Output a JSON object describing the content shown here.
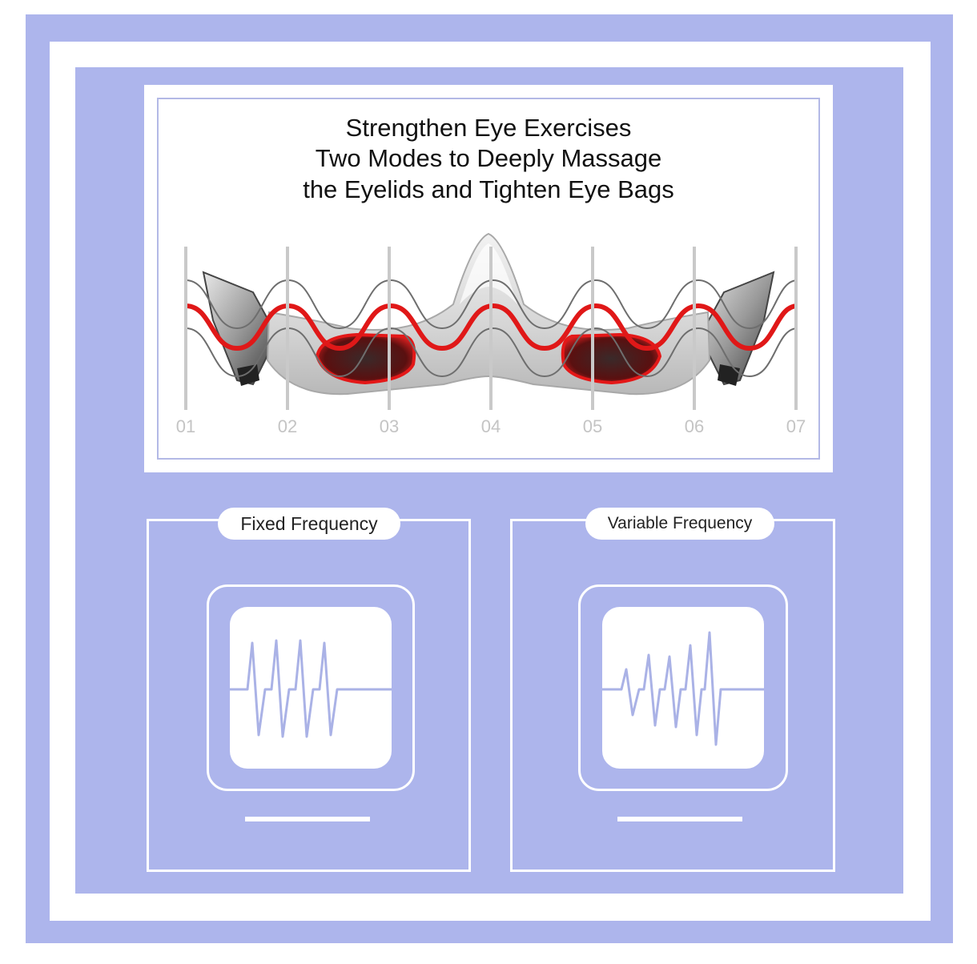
{
  "headline": {
    "line1": "Strengthen Eye Exercises",
    "line2": "Two Modes to Deeply Massage",
    "line3": "the Eyelids and Tighten Eye Bags"
  },
  "device_markers": [
    "01",
    "02",
    "03",
    "04",
    "05",
    "06",
    "07"
  ],
  "modes": {
    "fixed": {
      "label": "Fixed Frequency",
      "icon": "fixed-frequency-waveform-icon"
    },
    "variable": {
      "label": "Variable Frequency",
      "icon": "variable-frequency-waveform-icon"
    }
  },
  "colors": {
    "background": "#adb5ec",
    "card": "#ffffff",
    "wave_red": "#e01818",
    "waveform": "#aab2e6"
  }
}
